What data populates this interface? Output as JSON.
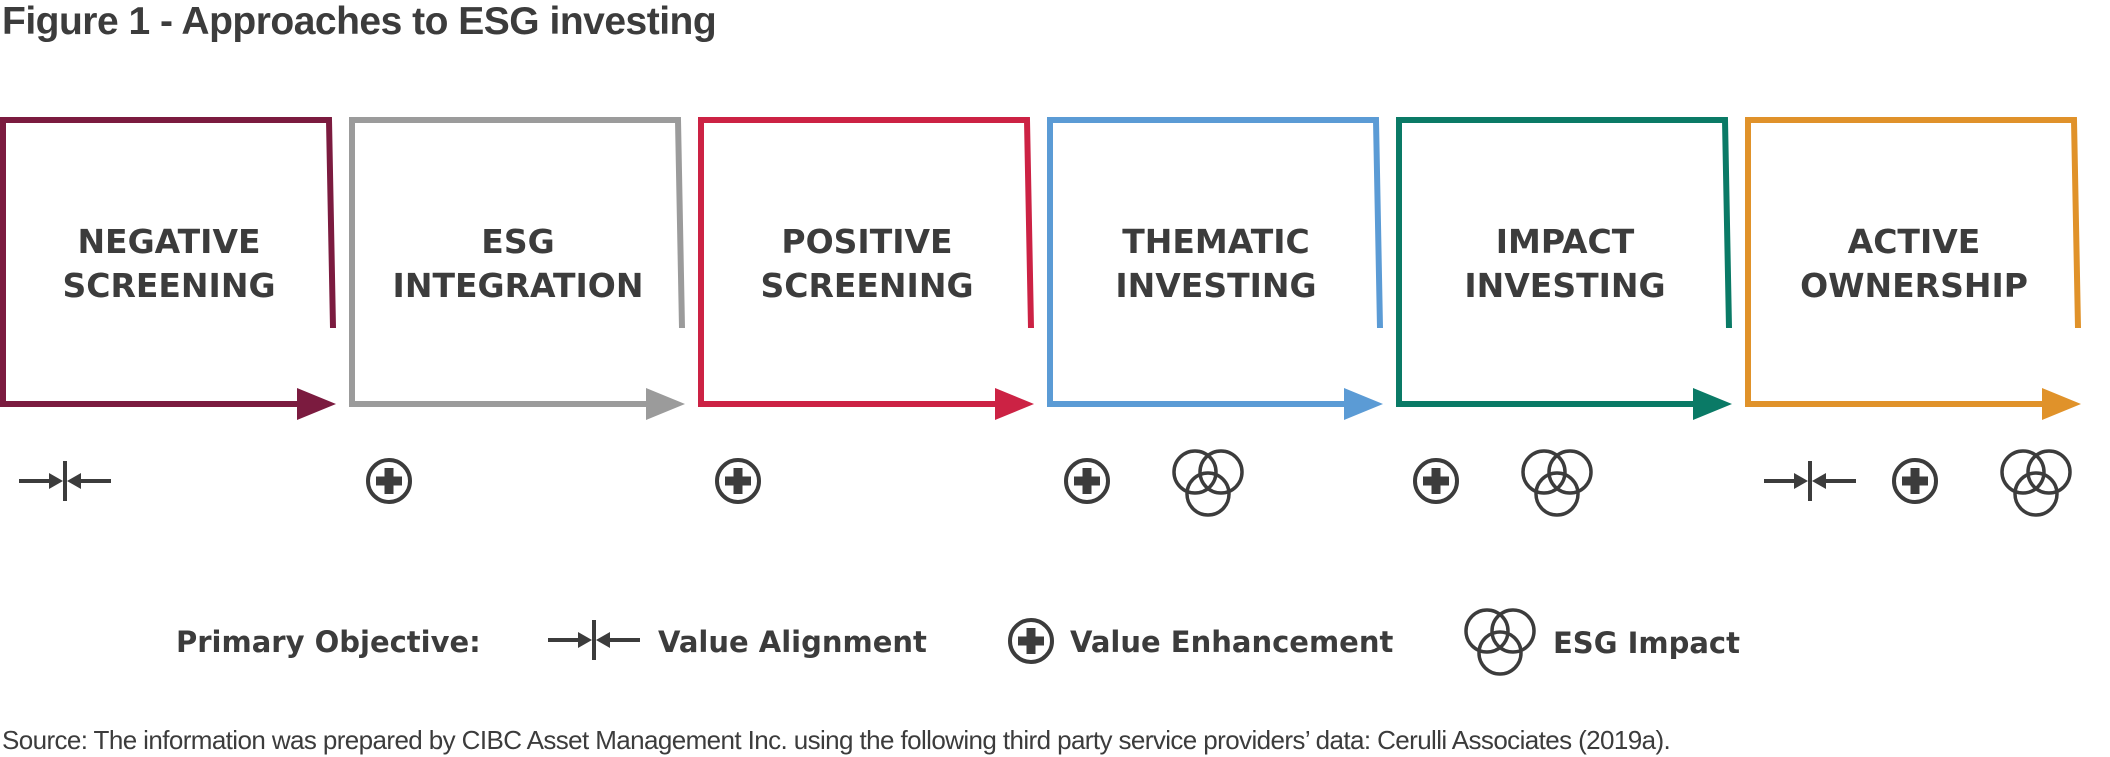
{
  "title": "Figure 1 - Approaches to ESG investing",
  "approaches": [
    {
      "line1": "NEGATIVE",
      "line2": "SCREENING",
      "color": "#7b1b3f",
      "objectives": [
        "value-alignment-icon"
      ]
    },
    {
      "line1": "ESG",
      "line2": "INTEGRATION",
      "color": "#9b9b9b",
      "objectives": [
        "value-enhancement-icon"
      ]
    },
    {
      "line1": "POSITIVE",
      "line2": "SCREENING",
      "color": "#cc2244",
      "objectives": [
        "value-enhancement-icon"
      ]
    },
    {
      "line1": "THEMATIC",
      "line2": "INVESTING",
      "color": "#5b9bd5",
      "objectives": [
        "value-enhancement-icon",
        "esg-impact-icon"
      ]
    },
    {
      "line1": "IMPACT",
      "line2": "INVESTING",
      "color": "#0a7a66",
      "objectives": [
        "value-enhancement-icon",
        "esg-impact-icon"
      ]
    },
    {
      "line1": "ACTIVE",
      "line2": "OWNERSHIP",
      "color": "#e0922a",
      "objectives": [
        "value-alignment-icon",
        "value-enhancement-icon",
        "esg-impact-icon"
      ]
    }
  ],
  "legend": {
    "heading": "Primary Objective:",
    "items": [
      {
        "icon": "value-alignment-icon",
        "label": "Value Alignment"
      },
      {
        "icon": "value-enhancement-icon",
        "label": "Value Enhancement"
      },
      {
        "icon": "esg-impact-icon",
        "label": "ESG Impact"
      }
    ]
  },
  "source": "Source: The information was prepared by CIBC Asset Management Inc. using the following third party service providers’ data: Cerulli Associates (2019a).",
  "colors": {
    "text": "#3c3c3c",
    "icon": "#3c3c3c"
  }
}
